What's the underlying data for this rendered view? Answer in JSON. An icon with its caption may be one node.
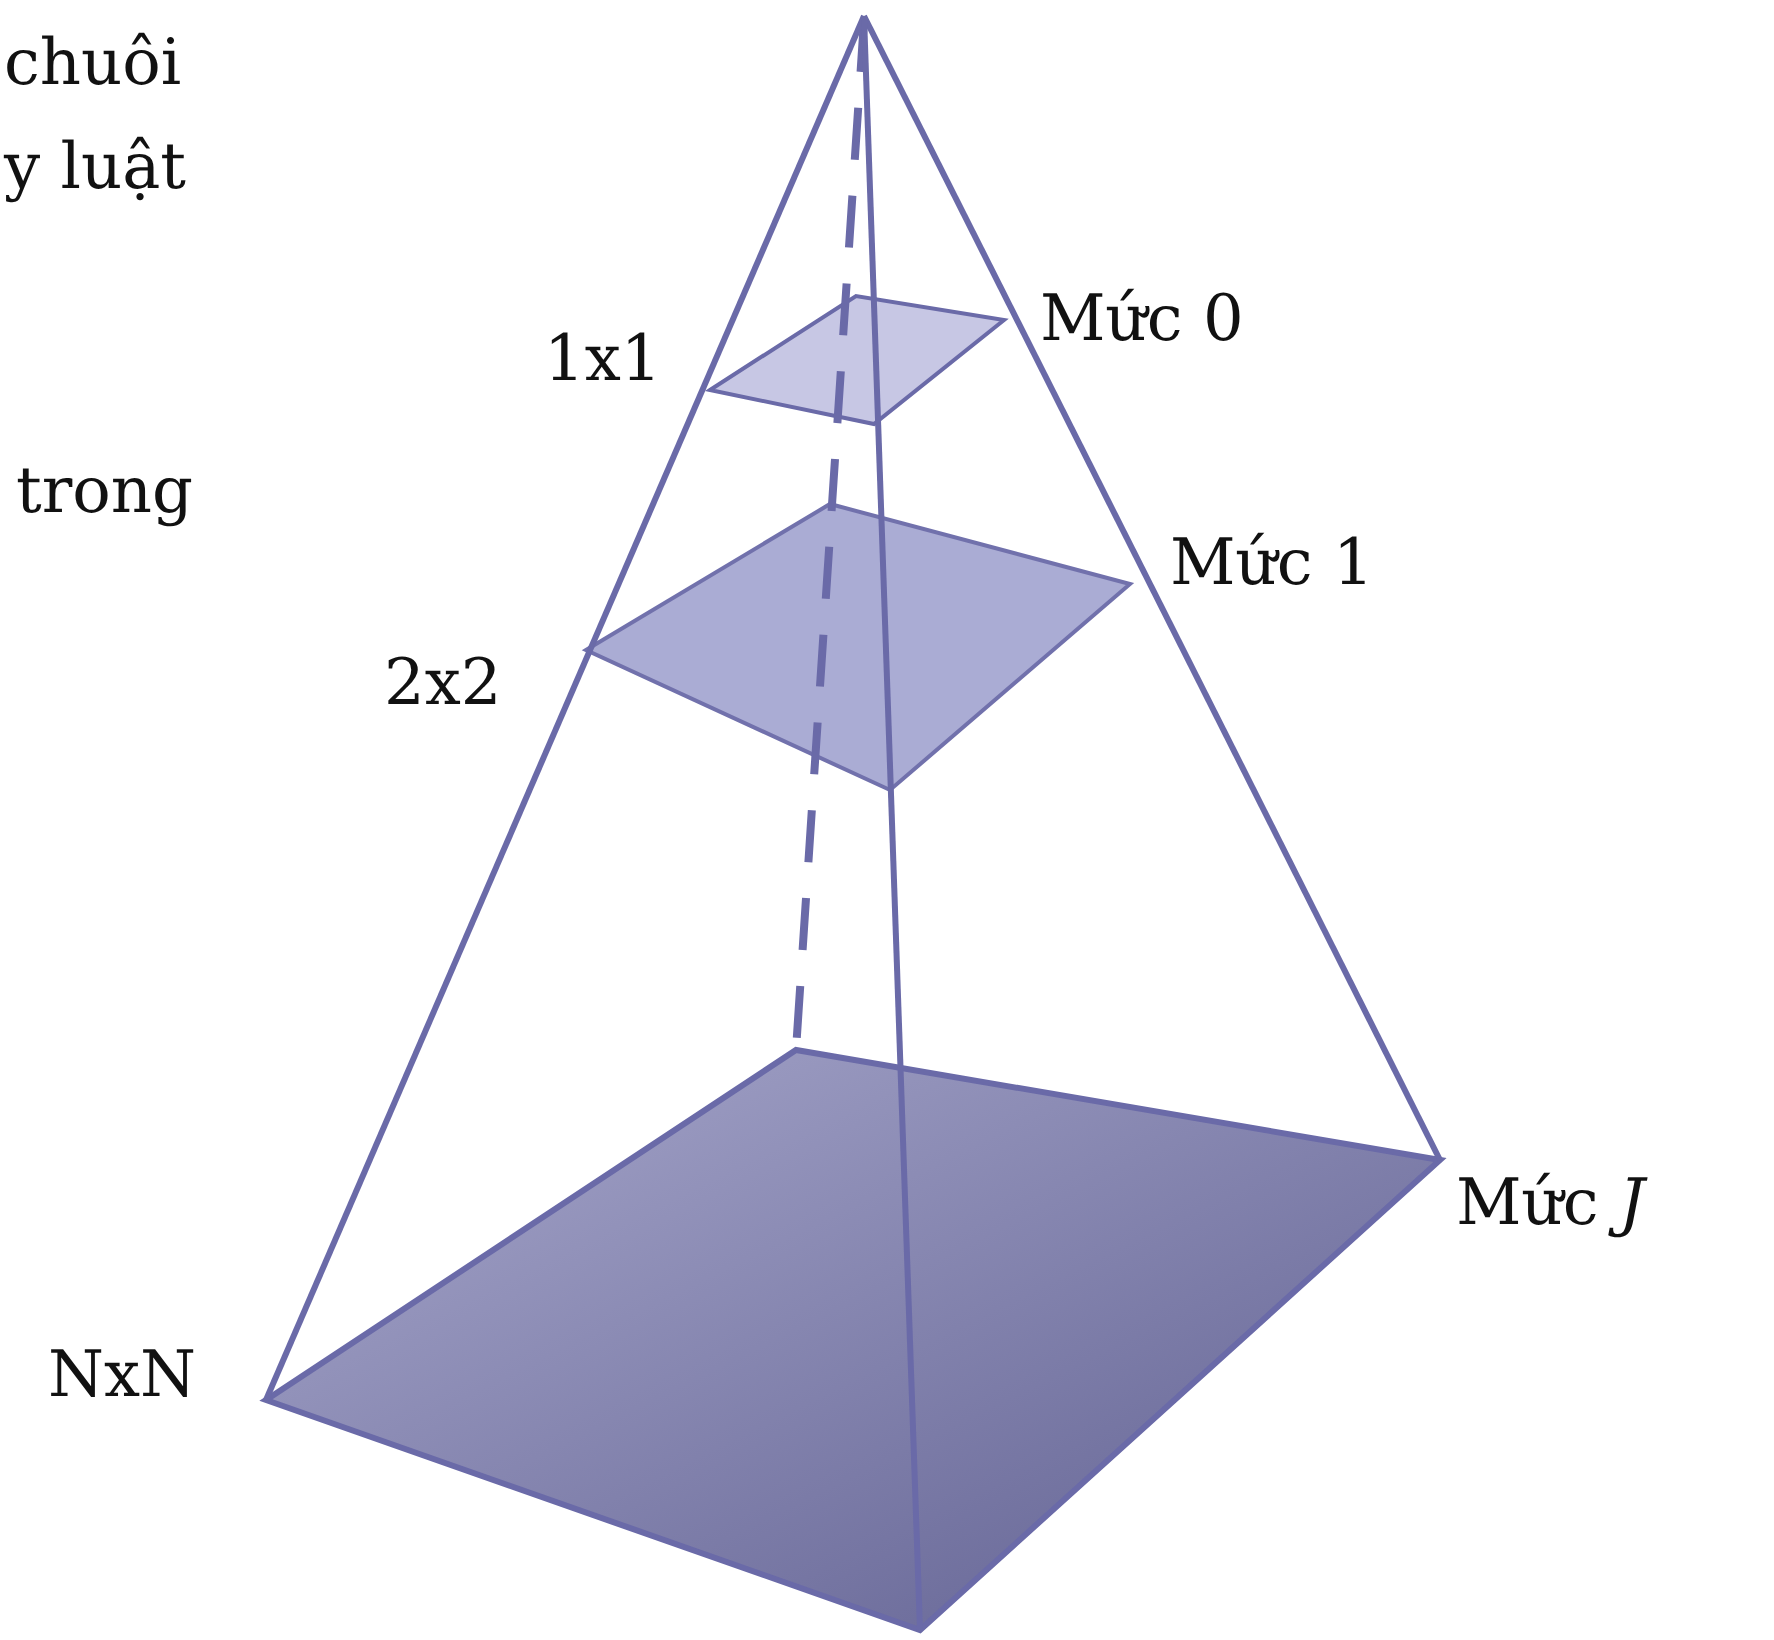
{
  "diagram": {
    "labels": [
      "chuôi",
      "y luật",
      "1x1",
      "Mức 0",
      "trong",
      "Mức 1",
      "2x2",
      "Mức *J*",
      "NxN"
    ]
  }
}
